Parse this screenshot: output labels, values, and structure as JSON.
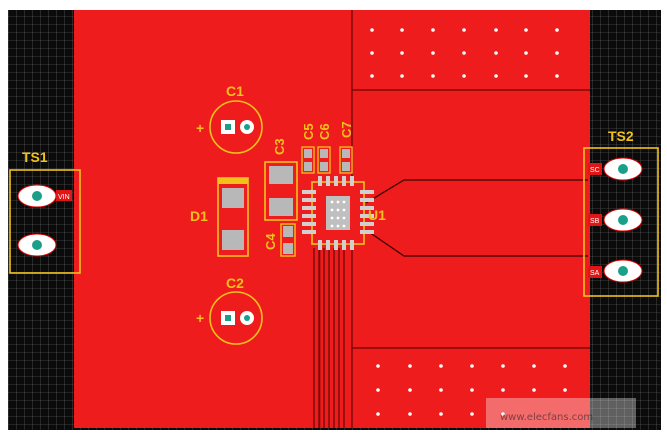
{
  "board": {
    "colors": {
      "background_grid": "#0b0b0b",
      "grid_line": "#d9d9d9",
      "copper": "#ee1c1c",
      "copper_edge": "#6a0606",
      "silkscreen": "#f2c21b",
      "pad": "#c9c9c9",
      "via": "#ffffff",
      "pad_label": "#ffffff"
    }
  },
  "components": {
    "C1": "C1",
    "C2": "C2",
    "C3": "C3",
    "C4": "C4",
    "C5": "C5",
    "C6": "C6",
    "C7": "C7",
    "D1": "D1",
    "U1": "U1",
    "TS1": "TS1",
    "TS2": "TS2"
  },
  "polarity": {
    "c1_plus": "+",
    "c2_plus": "+"
  },
  "pad_labels": {
    "vin": "VIN",
    "sc": "SC",
    "sb": "SB",
    "sa": "SA"
  },
  "watermark": "www.elecfans.com"
}
